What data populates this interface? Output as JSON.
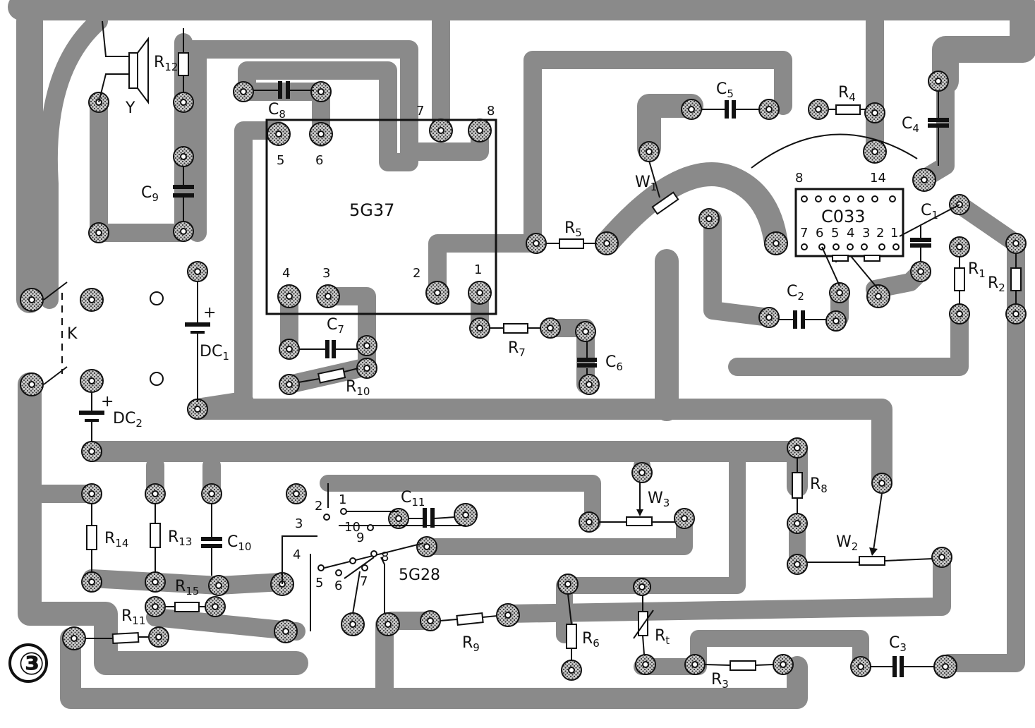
{
  "figure_number": "③",
  "ics": {
    "main_amp": {
      "label": "5G37",
      "pins": [
        "5",
        "6",
        "7",
        "8",
        "4",
        "3",
        "2",
        "1"
      ]
    },
    "decoder": {
      "label": "C033",
      "pin_top_left": "8",
      "pin_top_right": "14",
      "pins_bottom": [
        "7",
        "6",
        "5",
        "4",
        "3",
        "2",
        "1"
      ]
    },
    "switch_ic": {
      "label": "5G28",
      "pins": [
        "1",
        "2",
        "3",
        "4",
        "5",
        "6",
        "7",
        "8",
        "9",
        "10"
      ]
    }
  },
  "components": {
    "speaker": "Y",
    "R12": {
      "main": "R",
      "sub": "12"
    },
    "C8": {
      "main": "C",
      "sub": "8"
    },
    "C9": {
      "main": "C",
      "sub": "9"
    },
    "C5": {
      "main": "C",
      "sub": "5"
    },
    "R4": {
      "main": "R",
      "sub": "4"
    },
    "C4": {
      "main": "C",
      "sub": "4"
    },
    "W1": {
      "main": "W",
      "sub": "1"
    },
    "R5": {
      "main": "R",
      "sub": "5"
    },
    "C1": {
      "main": "C",
      "sub": "1"
    },
    "R1": {
      "main": "R",
      "sub": "1"
    },
    "R2": {
      "main": "R",
      "sub": "2"
    },
    "C2": {
      "main": "C",
      "sub": "2"
    },
    "C7": {
      "main": "C",
      "sub": "7"
    },
    "R7": {
      "main": "R",
      "sub": "7"
    },
    "C6": {
      "main": "C",
      "sub": "6"
    },
    "R10": {
      "main": "R",
      "sub": "10"
    },
    "DC1": {
      "main": "DC",
      "sub": "1"
    },
    "DC2": {
      "main": "DC",
      "sub": "2"
    },
    "K": "K",
    "R14": {
      "main": "R",
      "sub": "14"
    },
    "R13": {
      "main": "R",
      "sub": "13"
    },
    "C10": {
      "main": "C",
      "sub": "10"
    },
    "R15": {
      "main": "R",
      "sub": "15"
    },
    "R11": {
      "main": "R",
      "sub": "11"
    },
    "C11": {
      "main": "C",
      "sub": "11"
    },
    "W3": {
      "main": "W",
      "sub": "3"
    },
    "R8": {
      "main": "R",
      "sub": "8"
    },
    "W2": {
      "main": "W",
      "sub": "2"
    },
    "R9": {
      "main": "R",
      "sub": "9"
    },
    "R6": {
      "main": "R",
      "sub": "6"
    },
    "Rt": {
      "main": "R",
      "sub": "t"
    },
    "R3": {
      "main": "R",
      "sub": "3"
    },
    "C3": {
      "main": "C",
      "sub": "3"
    }
  },
  "polarity_plus": "+"
}
